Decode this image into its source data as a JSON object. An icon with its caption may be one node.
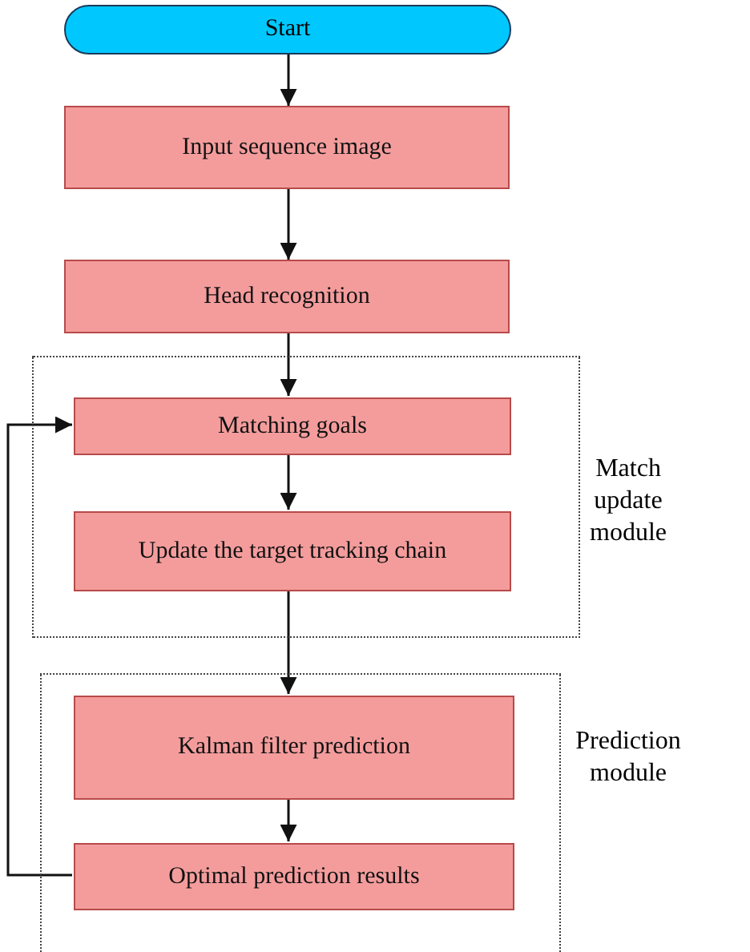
{
  "diagram": {
    "nodes": [
      {
        "text": [
          "Start"
        ]
      },
      {
        "text": [
          "Input sequence image"
        ]
      },
      {
        "text": [
          "Head recognition"
        ]
      },
      {
        "text": [
          "Match update module"
        ]
      },
      {
        "text": [
          "Matching goals"
        ],
        "in": 3
      },
      {
        "text": [
          "Update the target tracking chain"
        ],
        "in": 3
      },
      {
        "text": [
          "Prediction module"
        ]
      },
      {
        "text": [
          "Kalman filter prediction"
        ],
        "in": 6
      },
      {
        "text": [
          "Optimal prediction results"
        ],
        "in": 6
      }
    ],
    "edges": [
      {
        "from": 0,
        "to": 1,
        "arrow": "to"
      },
      {
        "from": 1,
        "to": 2,
        "arrow": "to"
      },
      {
        "from": 2,
        "to": 4,
        "arrow": "to"
      },
      {
        "from": 4,
        "to": 5,
        "arrow": "to"
      },
      {
        "from": 5,
        "to": 7,
        "arrow": "to"
      },
      {
        "from": 7,
        "to": 8,
        "arrow": "to"
      },
      {
        "from": 8,
        "to": 4,
        "arrow": "to"
      }
    ]
  }
}
